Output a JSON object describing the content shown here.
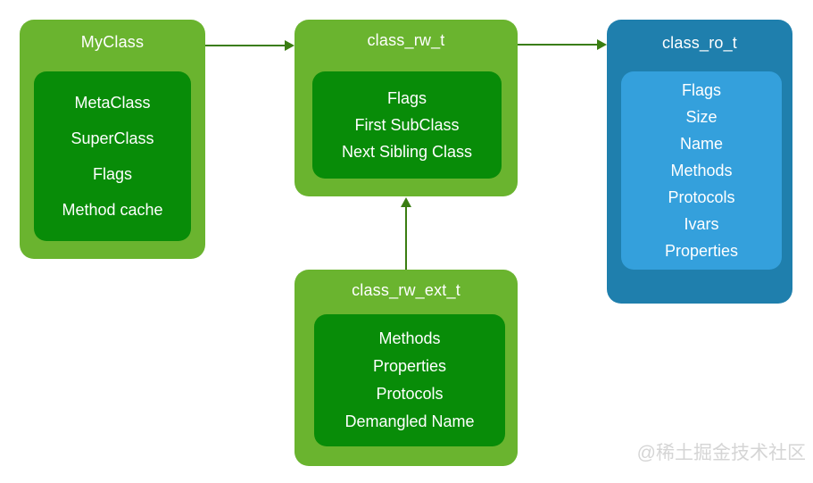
{
  "watermark": "@稀土掘金技术社区",
  "colors": {
    "green_outer": "#6ab42f",
    "green_inner": "#088c08",
    "blue_outer": "#1f7fad",
    "blue_inner": "#34a0dc",
    "arrow": "#3a7d12",
    "text": "#ffffff",
    "background": "#ffffff",
    "watermark_text": "#d5d5d5"
  },
  "nodes": {
    "myclass": {
      "title": "MyClass",
      "items": [
        "MetaClass",
        "SuperClass",
        "Flags",
        "Method cache"
      ]
    },
    "class_rw_t": {
      "title": "class_rw_t",
      "items": [
        "Flags",
        "First SubClass",
        "Next Sibling Class"
      ]
    },
    "class_ro_t": {
      "title": "class_ro_t",
      "items": [
        "Flags",
        "Size",
        "Name",
        "Methods",
        "Protocols",
        "Ivars",
        "Properties"
      ]
    },
    "class_rw_ext_t": {
      "title": "class_rw_ext_t",
      "items": [
        "Methods",
        "Properties",
        "Protocols",
        "Demangled Name"
      ]
    }
  },
  "edges": [
    {
      "from": "MyClass",
      "to": "class_rw_t",
      "direction": "right"
    },
    {
      "from": "class_rw_t",
      "to": "class_ro_t",
      "direction": "right"
    },
    {
      "from": "class_rw_ext_t",
      "to": "class_rw_t",
      "direction": "up"
    }
  ]
}
